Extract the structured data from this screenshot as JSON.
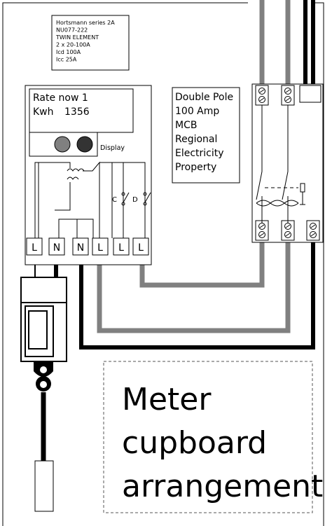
{
  "spec_label": {
    "lines": [
      "Hortsmann series 2A",
      "NU077-222",
      "TWIN ELEMENT",
      "2 x 20-100A",
      "Icd 100A",
      "Icc 25A"
    ]
  },
  "meter": {
    "rate_line": "Rate now 1",
    "kwh_label": "Kwh",
    "kwh_value": "1356",
    "display_label": "Display",
    "switch_c": "C",
    "switch_d": "D",
    "terminals": [
      "L",
      "N",
      "N",
      "L",
      "L",
      "L"
    ]
  },
  "mcb_label": {
    "lines": [
      "Double Pole",
      "100 Amp",
      "MCB",
      "Regional",
      "Electricity",
      "Property"
    ]
  },
  "caption": {
    "lines": [
      "Meter",
      "cupboard",
      "arrangement"
    ]
  },
  "colors": {
    "neutral_wire": "#000000",
    "live_wire": "#808080",
    "button_grey": "#808080",
    "button_dark": "#333333"
  }
}
